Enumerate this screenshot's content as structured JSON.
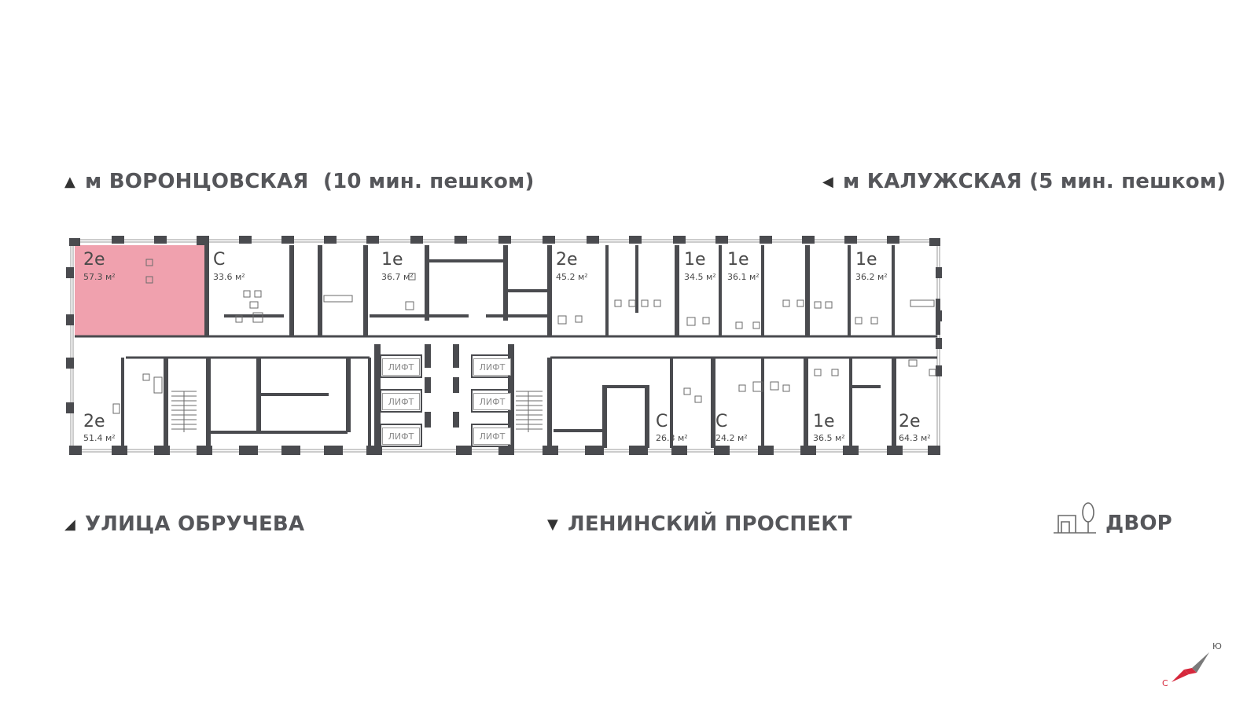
{
  "directions": {
    "metro_left": "м ВОРОНЦОВСКАЯ  (10 мин. пешком)",
    "metro_right": "м КАЛУЖСКАЯ (5 мин. пешком)",
    "street_left": "УЛИЦА ОБРУЧЕВА",
    "street_center": "ЛЕНИНСКИЙ ПРОСПЕКТ",
    "yard": "ДВОР"
  },
  "colors": {
    "highlight": "#f0a1ae",
    "walls": "#4a4b4f",
    "compass_red": "#d6283c"
  },
  "apartments": [
    {
      "type": "2е",
      "area": "57.3 м²",
      "highlighted": true
    },
    {
      "type": "С",
      "area": "33.6 м²"
    },
    {
      "type": "1е",
      "area": "36.7 м²"
    },
    {
      "type": "2е",
      "area": "45.2 м²"
    },
    {
      "type": "1е",
      "area": "34.5 м²"
    },
    {
      "type": "1е",
      "area": "36.1 м²"
    },
    {
      "type": "1е",
      "area": "36.2 м²"
    },
    {
      "type": "2е",
      "area": "51.4 м²"
    },
    {
      "type": "С",
      "area": "26.3 м²"
    },
    {
      "type": "С",
      "area": "24.2 м²"
    },
    {
      "type": "1е",
      "area": "36.5 м²"
    },
    {
      "type": "2е",
      "area": "64.3 м²"
    }
  ],
  "lift_label": "ЛИФТ",
  "compass": {
    "north": "С",
    "south": "Ю"
  },
  "icons": {
    "yard": "yard-icon",
    "arrow": "direction-arrow-icon"
  }
}
